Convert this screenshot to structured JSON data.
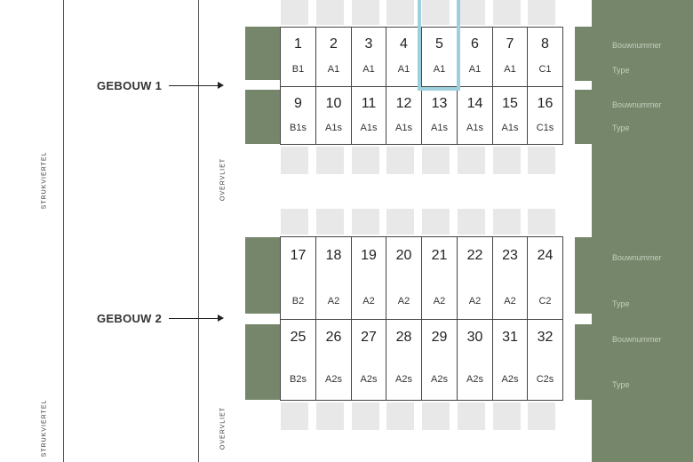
{
  "side": {
    "strukviertel": "STRUKVIERTEL",
    "overvliet": "OVERVLIET"
  },
  "buildings": [
    {
      "label": "GEBOUW 1",
      "rows": [
        [
          {
            "nr": "1",
            "type": "B1"
          },
          {
            "nr": "2",
            "type": "A1"
          },
          {
            "nr": "3",
            "type": "A1"
          },
          {
            "nr": "4",
            "type": "A1"
          },
          {
            "nr": "5",
            "type": "A1"
          },
          {
            "nr": "6",
            "type": "A1"
          },
          {
            "nr": "7",
            "type": "A1"
          },
          {
            "nr": "8",
            "type": "C1"
          }
        ],
        [
          {
            "nr": "9",
            "type": "B1s"
          },
          {
            "nr": "10",
            "type": "A1s"
          },
          {
            "nr": "11",
            "type": "A1s"
          },
          {
            "nr": "12",
            "type": "A1s"
          },
          {
            "nr": "13",
            "type": "A1s"
          },
          {
            "nr": "14",
            "type": "A1s"
          },
          {
            "nr": "15",
            "type": "A1s"
          },
          {
            "nr": "16",
            "type": "C1s"
          }
        ]
      ]
    },
    {
      "label": "GEBOUW 2",
      "rows": [
        [
          {
            "nr": "17",
            "type": "B2"
          },
          {
            "nr": "18",
            "type": "A2"
          },
          {
            "nr": "19",
            "type": "A2"
          },
          {
            "nr": "20",
            "type": "A2"
          },
          {
            "nr": "21",
            "type": "A2"
          },
          {
            "nr": "22",
            "type": "A2"
          },
          {
            "nr": "23",
            "type": "A2"
          },
          {
            "nr": "24",
            "type": "C2"
          }
        ],
        [
          {
            "nr": "25",
            "type": "B2s"
          },
          {
            "nr": "26",
            "type": "A2s"
          },
          {
            "nr": "27",
            "type": "A2s"
          },
          {
            "nr": "28",
            "type": "A2s"
          },
          {
            "nr": "29",
            "type": "A2s"
          },
          {
            "nr": "30",
            "type": "A2s"
          },
          {
            "nr": "31",
            "type": "A2s"
          },
          {
            "nr": "32",
            "type": "C2s"
          }
        ]
      ]
    }
  ],
  "legend": {
    "bouwnummer": "Bouwnummer",
    "type": "Type"
  },
  "colors": {
    "green": "#75866a",
    "highlight": "#9cd0dc",
    "parking": "#e8e8e8"
  }
}
